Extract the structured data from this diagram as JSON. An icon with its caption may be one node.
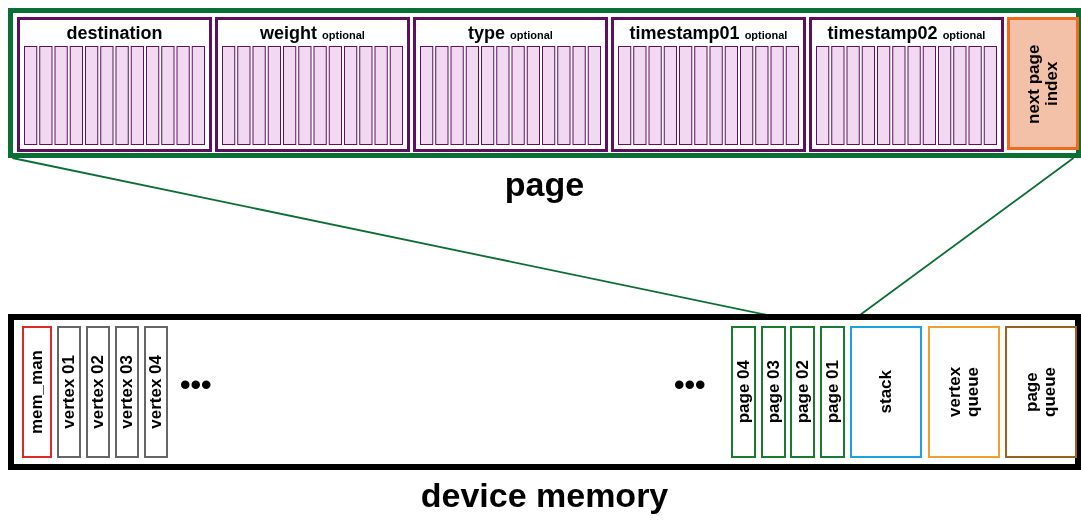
{
  "diagram": {
    "nodes": [
      {
        "text": [
          "page"
        ]
      },
      {
        "text": [
          "destination"
        ],
        "in": 0
      },
      {
        "text": [
          "weight",
          "optional"
        ],
        "in": 0
      },
      {
        "text": [
          "type",
          "optional"
        ],
        "in": 0
      },
      {
        "text": [
          "timestamp01",
          "optional"
        ],
        "in": 0
      },
      {
        "text": [
          "timestamp02",
          "optional"
        ],
        "in": 0
      },
      {
        "text": [
          "next page index"
        ],
        "in": 0
      },
      {
        "text": [
          "device memory"
        ]
      },
      {
        "text": [
          "mem_man"
        ],
        "in": 7
      },
      {
        "text": [
          "vertex 01"
        ],
        "in": 7
      },
      {
        "text": [
          "vertex 02"
        ],
        "in": 7
      },
      {
        "text": [
          "vertex 03"
        ],
        "in": 7
      },
      {
        "text": [
          "vertex 04"
        ],
        "in": 7
      },
      {
        "text": [
          "page 04"
        ],
        "in": 7
      },
      {
        "text": [
          "page 03"
        ],
        "in": 7
      },
      {
        "text": [
          "page 02"
        ],
        "in": 7
      },
      {
        "text": [
          "page 01"
        ],
        "in": 7
      },
      {
        "text": [
          "stack"
        ],
        "in": 7
      },
      {
        "text": [
          "vertex queue"
        ],
        "in": 7
      },
      {
        "text": [
          "page queue"
        ],
        "in": 7
      }
    ],
    "edges": [
      {
        "from": 0,
        "to": 16,
        "arrow": "none"
      },
      {
        "from": 0,
        "to": 16,
        "arrow": "none"
      }
    ],
    "labels": [
      "•••",
      "•••"
    ]
  }
}
